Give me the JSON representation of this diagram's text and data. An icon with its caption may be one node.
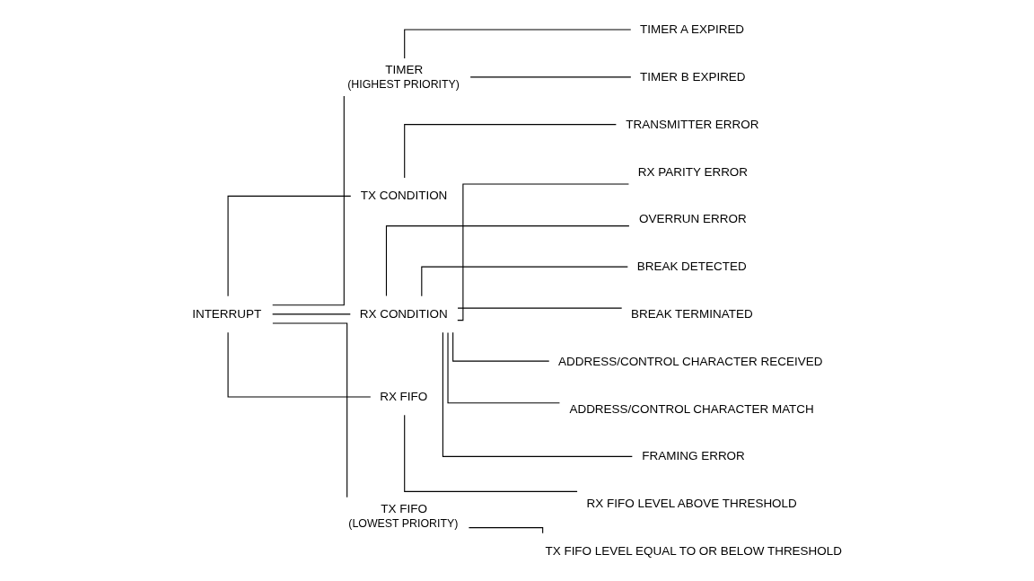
{
  "diagram": {
    "nodes": [
      {
        "text": [
          "INTERRUPT"
        ]
      },
      {
        "text": [
          "TIMER"
        ],
        "beside": [
          "(HIGHEST PRIORITY)"
        ]
      },
      {
        "text": [
          "TX CONDITION"
        ]
      },
      {
        "text": [
          "RX CONDITION"
        ]
      },
      {
        "text": [
          "RX FIFO"
        ]
      },
      {
        "text": [
          "TX FIFO"
        ],
        "beside": [
          "(LOWEST PRIORITY)"
        ]
      },
      {
        "text": [
          "TIMER A EXPIRED"
        ]
      },
      {
        "text": [
          "TIMER B EXPIRED"
        ]
      },
      {
        "text": [
          "TRANSMITTER ERROR"
        ]
      },
      {
        "text": [
          "RX PARITY ERROR"
        ]
      },
      {
        "text": [
          "OVERRUN ERROR"
        ]
      },
      {
        "text": [
          "BREAK DETECTED"
        ]
      },
      {
        "text": [
          "BREAK TERMINATED"
        ]
      },
      {
        "text": [
          "ADDRESS/CONTROL CHARACTER RECEIVED"
        ]
      },
      {
        "text": [
          "ADDRESS/CONTROL CHARACTER MATCH"
        ]
      },
      {
        "text": [
          "FRAMING ERROR"
        ]
      },
      {
        "text": [
          "RX FIFO LEVEL ABOVE THRESHOLD"
        ]
      },
      {
        "text": [
          "TX FIFO LEVEL EQUAL TO OR BELOW THRESHOLD"
        ]
      }
    ],
    "edges": [
      {
        "from": 0,
        "to": 1,
        "arrow": "none"
      },
      {
        "from": 0,
        "to": 2,
        "arrow": "none"
      },
      {
        "from": 0,
        "to": 3,
        "arrow": "none"
      },
      {
        "from": 0,
        "to": 4,
        "arrow": "none"
      },
      {
        "from": 0,
        "to": 5,
        "arrow": "none"
      },
      {
        "from": 1,
        "to": 6,
        "arrow": "none"
      },
      {
        "from": 1,
        "to": 7,
        "arrow": "none"
      },
      {
        "from": 2,
        "to": 8,
        "arrow": "none"
      },
      {
        "from": 3,
        "to": 9,
        "arrow": "none"
      },
      {
        "from": 3,
        "to": 10,
        "arrow": "none"
      },
      {
        "from": 3,
        "to": 11,
        "arrow": "none"
      },
      {
        "from": 3,
        "to": 12,
        "arrow": "none"
      },
      {
        "from": 3,
        "to": 13,
        "arrow": "none"
      },
      {
        "from": 3,
        "to": 14,
        "arrow": "none"
      },
      {
        "from": 3,
        "to": 15,
        "arrow": "none"
      },
      {
        "from": 4,
        "to": 16,
        "arrow": "none"
      },
      {
        "from": 5,
        "to": 17,
        "arrow": "none"
      }
    ]
  }
}
